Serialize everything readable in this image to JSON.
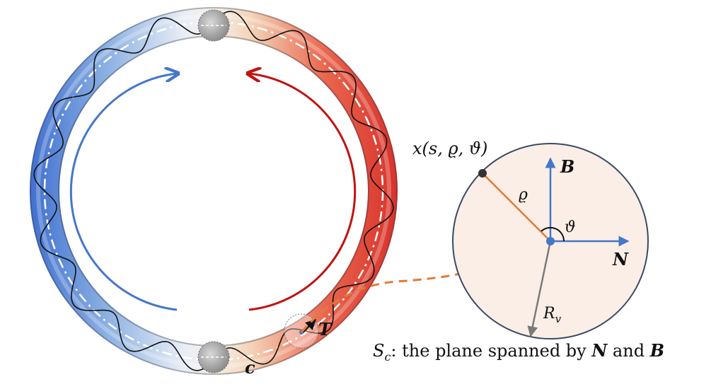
{
  "colors": {
    "blue": "#4477c9",
    "red": "#c21212",
    "orange": "#e07b39",
    "disk_fill": "#fbeee6",
    "disk_stroke": "#3b4a66",
    "radius_gray": "#7a7a7a"
  },
  "labels": {
    "point": "x(s, ϱ, ϑ)",
    "rho": "ϱ",
    "theta": "ϑ",
    "B": "B",
    "N": "N",
    "Rv": "R",
    "Rv_sub": "v",
    "T": "T",
    "c": "c",
    "caption_s": "S",
    "caption_sub": "c",
    "caption_rest": ": the plane spanned by ",
    "caption_N": "N",
    "caption_and": " and ",
    "caption_B": "B"
  }
}
